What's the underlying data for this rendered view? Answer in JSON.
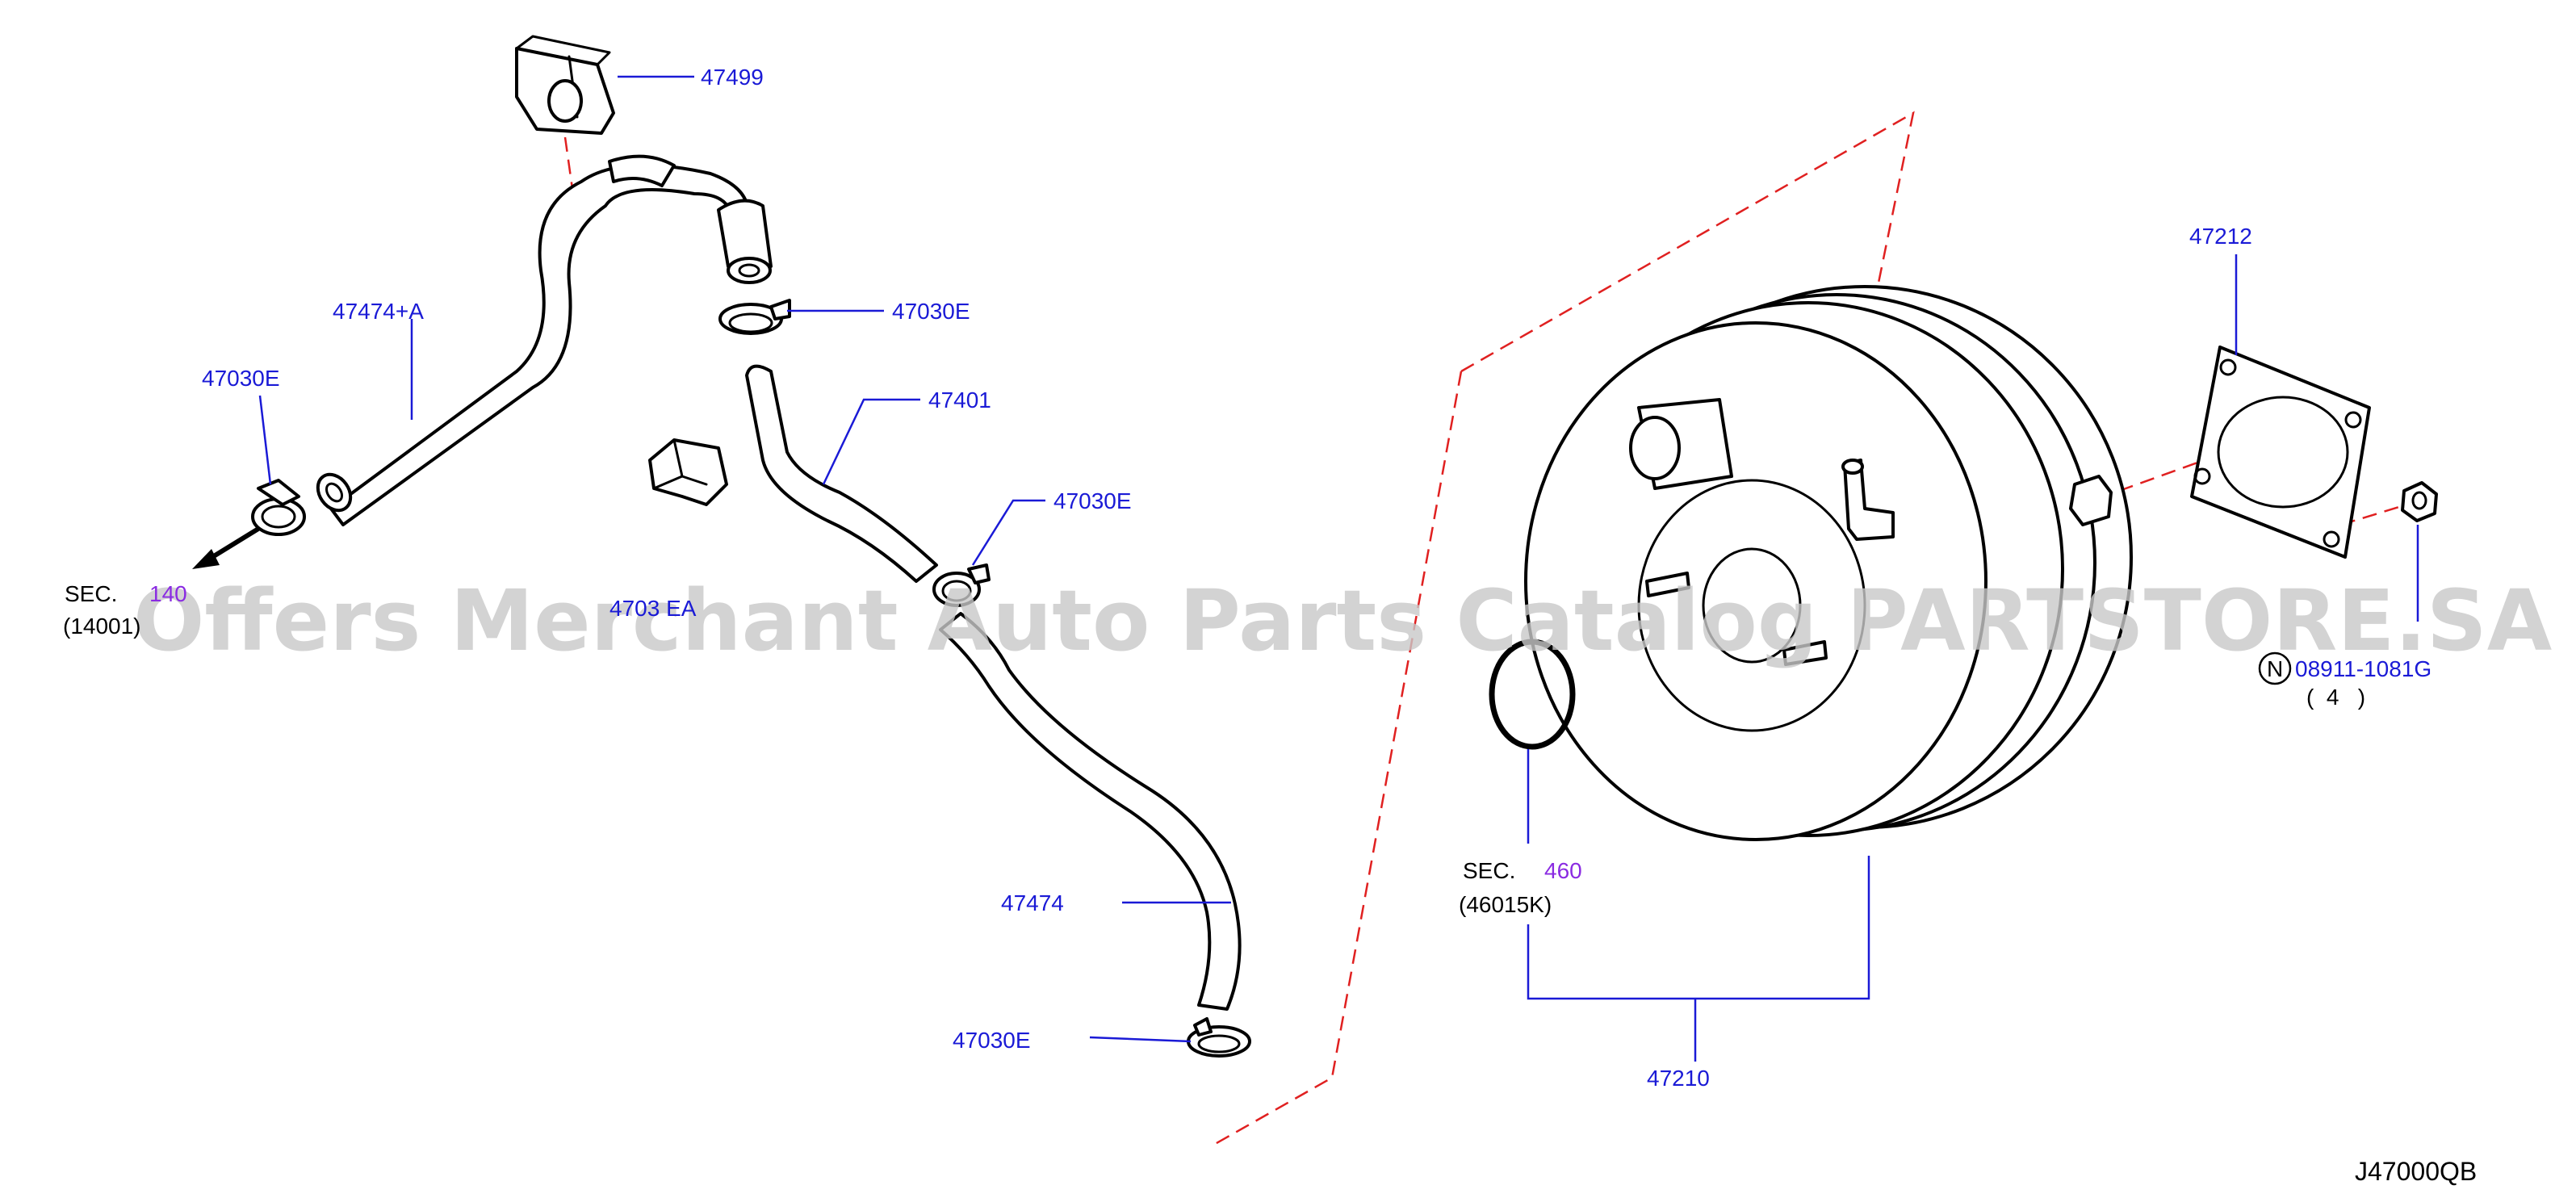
{
  "colors": {
    "callout": "#1a1ad6",
    "section_ref": "#8a2be2",
    "text": "#000000",
    "phantom_line": "#e02020",
    "watermark": "#c8c8c8",
    "leader": "#1a1ad6"
  },
  "labels": {
    "p47499": "47499",
    "p47474a": "47474+A",
    "p47030e_left": "47030E",
    "p47030e_top": "47030E",
    "p47401": "47401",
    "p47030e_mid": "47030E",
    "p47474": "47474",
    "p47030e_bottom": "47030E",
    "p47212": "47212",
    "p08911_nut": "08911-1081G",
    "p08911_qty": "(  4   )",
    "nut_symbol": "N",
    "p47210": "47210",
    "clip_partial": "4703 EA"
  },
  "sections": {
    "sec_left_word": "SEC.",
    "sec_left_num": "140",
    "sec_left_code": "(14001)",
    "sec_right_word": "SEC.",
    "sec_right_num": "460",
    "sec_right_code": "(46015K)"
  },
  "footer": {
    "diagram_code": "J47000QB"
  },
  "watermark": {
    "text": "Offers Merchant Auto Parts Catalog PARTSTORE.SA"
  }
}
